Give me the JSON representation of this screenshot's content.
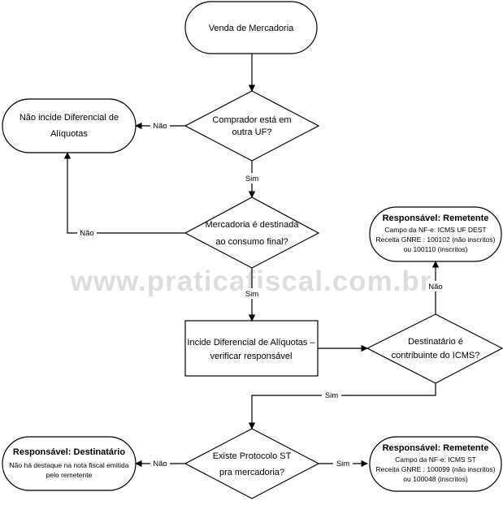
{
  "watermark": "www.praticafiscal.com.br",
  "nodes": {
    "start": {
      "text": "Venda de Mercadoria"
    },
    "q_other_uf": {
      "line1": "Comprador está em",
      "line2": "outra UF?"
    },
    "no_difal": {
      "line1": "Não incide Diferencial de",
      "line2": "Alíquotas"
    },
    "q_final_consumer": {
      "line1": "Mercadoria é destinada",
      "line2": "ao consumo final?"
    },
    "difal": {
      "line1": "Incide Diferencial de Alíquotas –",
      "line2": "verificar responsável"
    },
    "q_icms_contributor": {
      "line1": "Destinatário é",
      "line2": "contribuinte do ICMS?"
    },
    "resp_remetente_top": {
      "title": "Responsável: Remetente",
      "line1": "Campo da NF-e: ICMS UF DEST",
      "line2": "Receita GNRE : 100102 (não inscritos)",
      "line3": "ou 100110 (inscritos)"
    },
    "q_protocol_st": {
      "line1": "Existe Protocolo ST",
      "line2": "pra mercadoria?"
    },
    "resp_destinatario": {
      "title": "Responsável: Destinatário",
      "line1": "Não há destaque na nota fiscal emitida",
      "line2": "pelo remetente"
    },
    "resp_remetente_bottom": {
      "title": "Responsável: Remetente",
      "line1": "Campo da NF-e: ICMS ST",
      "line2": "Receita GNRE : 100099 (não inscritos)",
      "line3": "ou 100048 (inscritos)"
    }
  },
  "edges": {
    "other_uf_no": "Não",
    "other_uf_yes": "Sim",
    "final_consumer_no": "Não",
    "final_consumer_yes": "Sim",
    "contributor_no": "Não",
    "contributor_yes": "Sim",
    "protocol_no": "Não",
    "protocol_yes": "Sim"
  }
}
